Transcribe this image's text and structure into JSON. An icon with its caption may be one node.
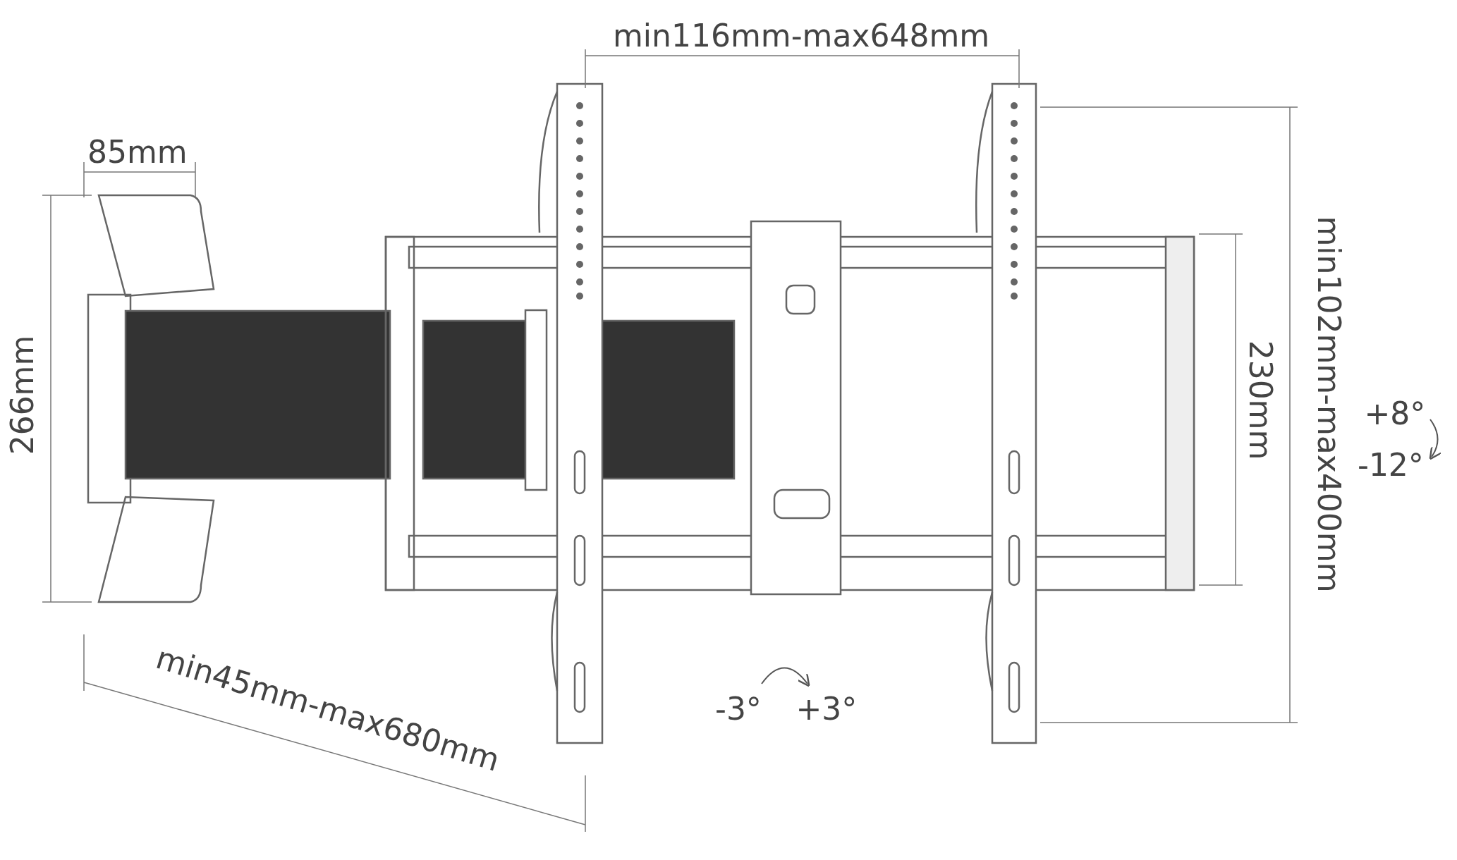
{
  "diagram": {
    "labels": [
      "min116mm-max648mm",
      "85mm",
      "266mm",
      "min102mm-max400mm",
      "230mm",
      "+8°",
      "-12°",
      "min45mm-max680mm",
      "-3°",
      "+3°"
    ]
  }
}
